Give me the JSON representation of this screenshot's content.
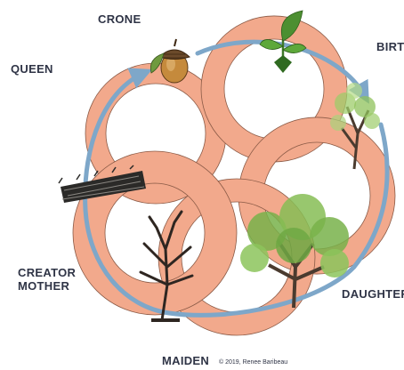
{
  "labels": {
    "queen": "QUEEN",
    "crone": "CRONE",
    "birth": "BIRTI",
    "daughter": "DAUGHTER",
    "maiden": "MAIDEN",
    "creator_line1": "CREATOR",
    "creator_line2": "MOTHER"
  },
  "copyright": "© 2019, Renee Baribeau",
  "colors": {
    "ring_fill": "#f2a98c",
    "ring_stroke": "#8a5a46",
    "arrow": "#7ea7c9",
    "label_text": "#2f3446",
    "seedling": "#3f7a2a",
    "tree_green": "#78b14a",
    "bark": "#4a3b2f"
  },
  "icons": {
    "crone": "acorn-icon",
    "birth": "seedling-icon",
    "birth_to_daughter": "young-tree-icon",
    "daughter": "leafy-tree-icon",
    "maiden": "bare-tree-icon",
    "creator_mother": "fallen-log-icon"
  }
}
